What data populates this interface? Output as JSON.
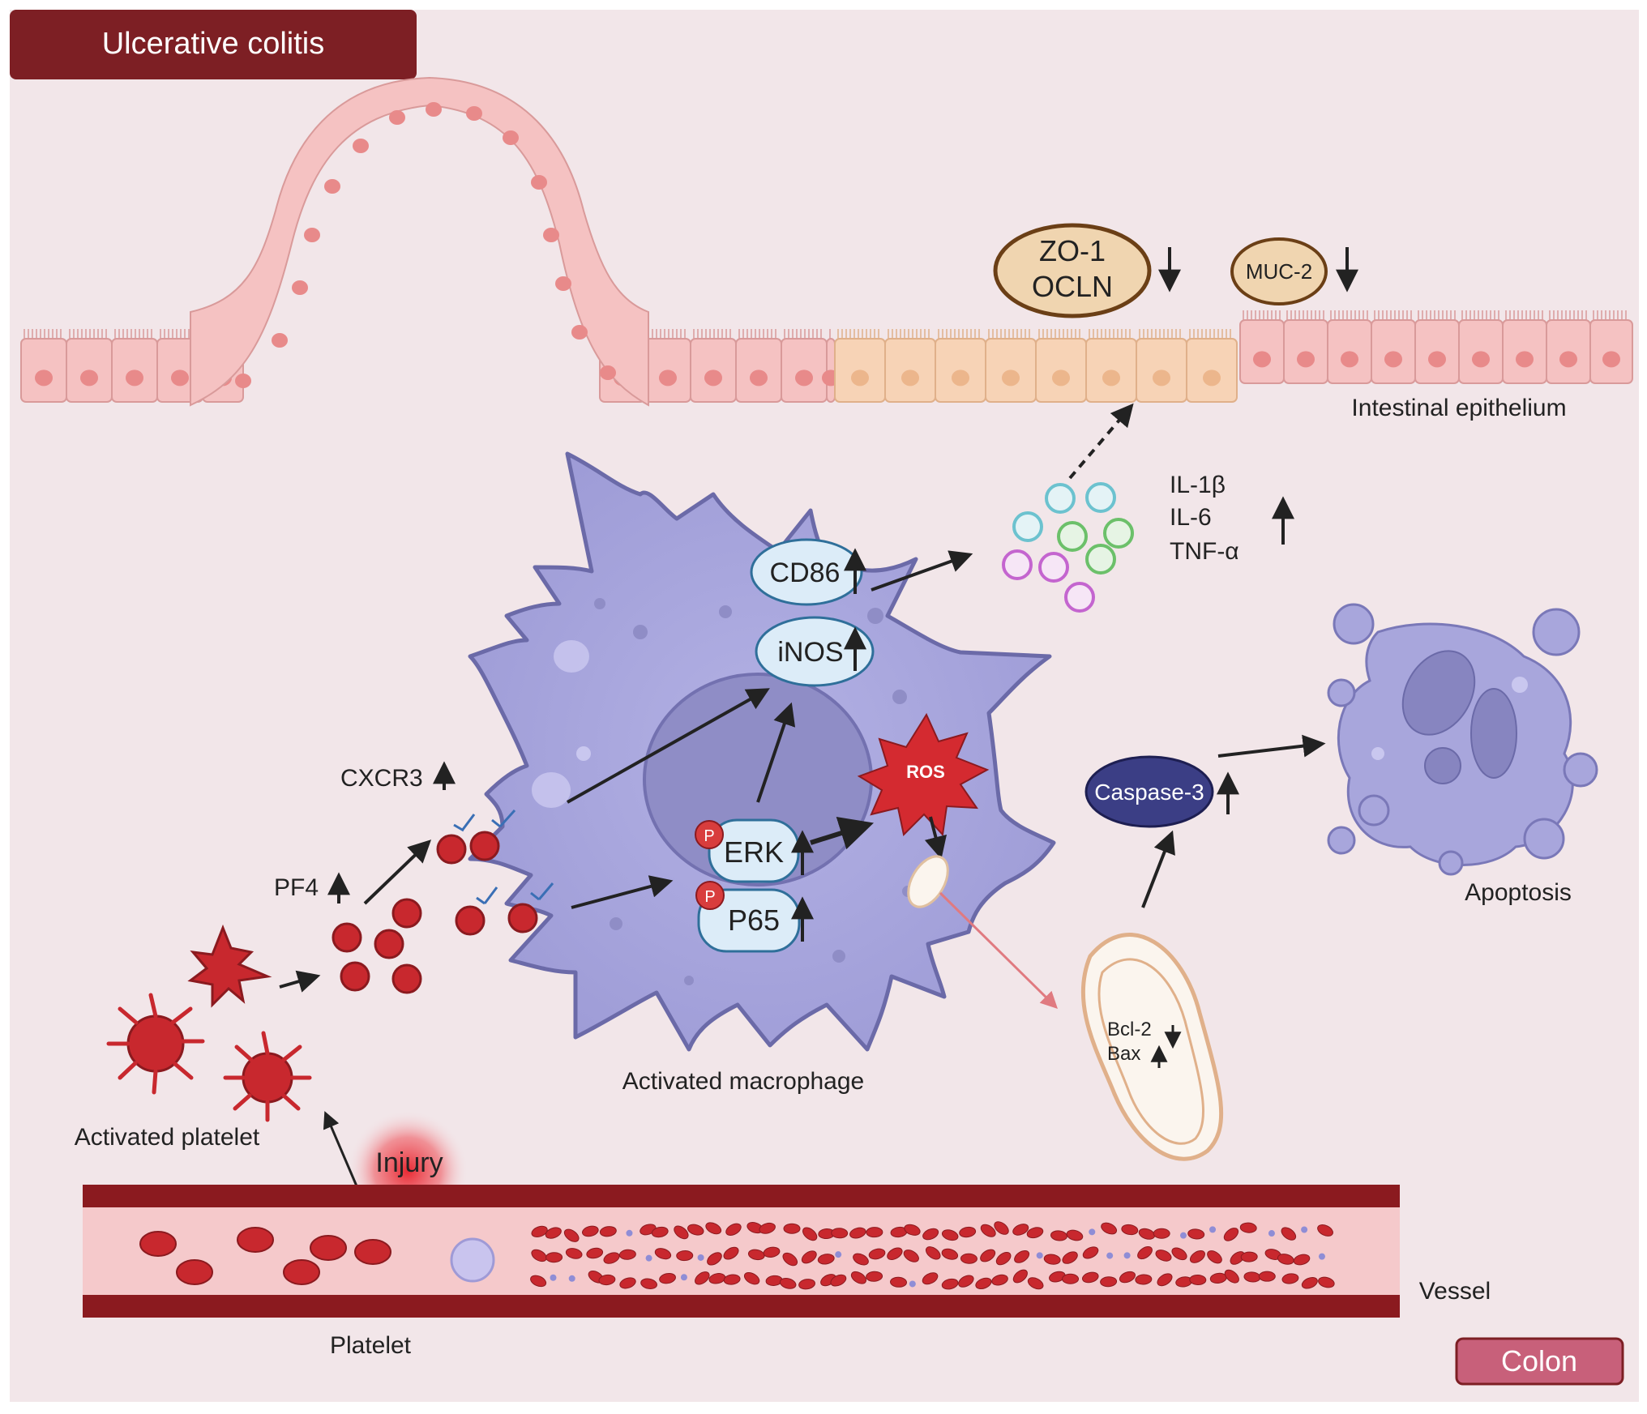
{
  "title": "Ulcerative colitis",
  "corner_label": "Colon",
  "regions": {
    "epithelium": "Intestinal epithelium",
    "vessel": "Vessel",
    "injury": "Injury",
    "platelet": "Platelet",
    "activated_platelet": "Activated platelet",
    "macrophage": "Activated macrophage",
    "apoptosis": "Apoptosis"
  },
  "markers": {
    "zo1": "ZO-1",
    "ocln": "OCLN",
    "muc2": "MUC-2",
    "cd86": "CD86",
    "inos": "iNOS",
    "erk": "ERK",
    "p65": "P65",
    "phospho": "P",
    "ros": "ROS",
    "caspase3": "Caspase-3",
    "bcl2": "Bcl-2",
    "bax": "Bax",
    "cxcr3": "CXCR3",
    "pf4": "PF4"
  },
  "cytokines": [
    "IL-1β",
    "IL-6",
    "TNF-α"
  ],
  "arrows": {
    "up": "↑",
    "down": "↓"
  },
  "colors": {
    "title_bg": "#7d1f24",
    "background": "#f2e6e9",
    "macrophage": "#a8a6dc",
    "nucleus": "#8e8cc8",
    "platelet_red": "#c8282e",
    "vessel_dark": "#8b1a1f",
    "vessel_light": "#f5c9cb",
    "epithelium_pink": "#f5c2c2",
    "epithelium_orange": "#f7d3b6",
    "caspase": "#3b3e85",
    "corner_bg": "#c8607a"
  }
}
